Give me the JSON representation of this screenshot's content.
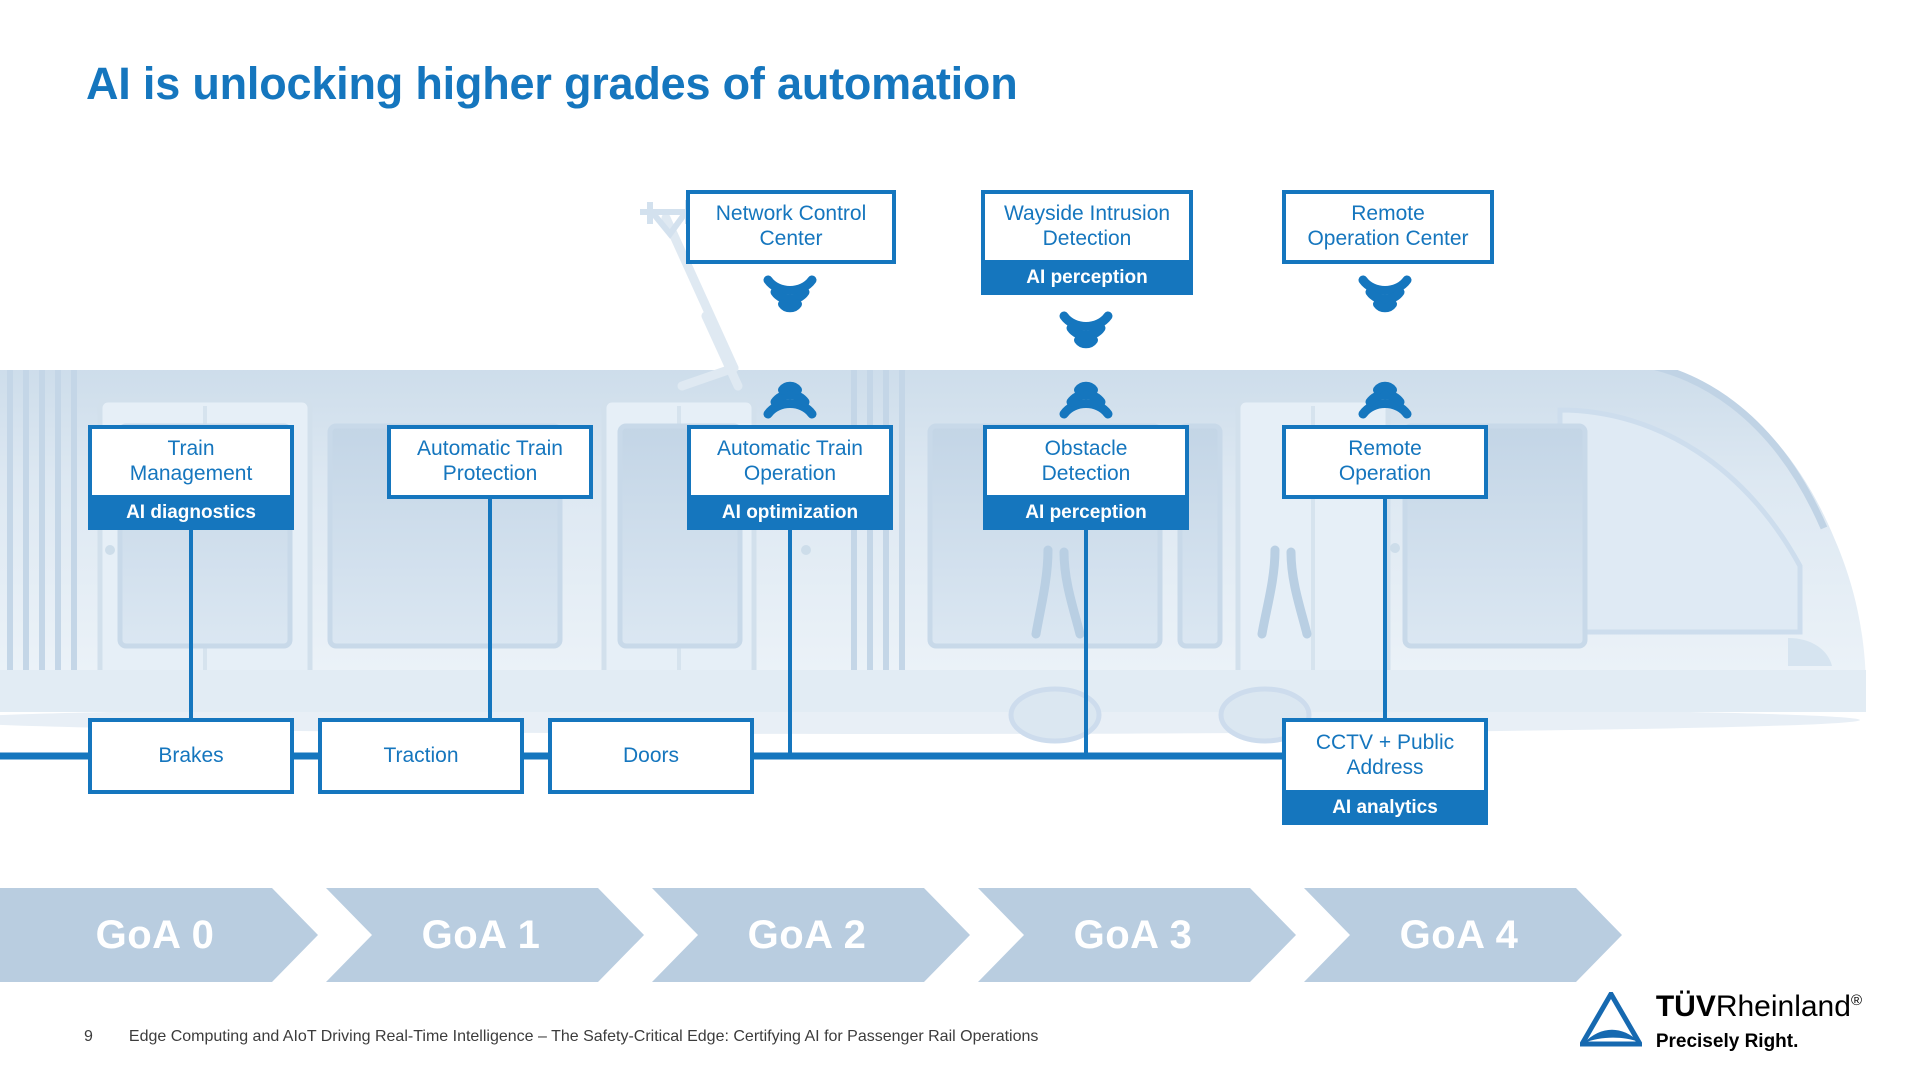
{
  "slide": {
    "title": "AI is unlocking higher grades of automation",
    "accent_color": "#1576be",
    "badge_text_color": "#ffffff",
    "chevron_color": "#b9cde0"
  },
  "diagram": {
    "trackside_nodes": [
      {
        "id": "network-control-center",
        "label": "Network Control\nCenter",
        "badge": null
      },
      {
        "id": "wayside-intrusion-detection",
        "label": "Wayside Intrusion\nDetection",
        "badge": "AI perception"
      },
      {
        "id": "remote-operation-center",
        "label": "Remote\nOperation Center",
        "badge": null
      }
    ],
    "onboard_nodes": [
      {
        "id": "train-management",
        "label": "Train\nManagement",
        "badge": "AI diagnostics"
      },
      {
        "id": "automatic-train-protection",
        "label": "Automatic Train\nProtection",
        "badge": null
      },
      {
        "id": "automatic-train-operation",
        "label": "Automatic Train\nOperation",
        "badge": "AI optimization"
      },
      {
        "id": "obstacle-detection",
        "label": "Obstacle\nDetection",
        "badge": "AI perception"
      },
      {
        "id": "remote-operation",
        "label": "Remote\nOperation",
        "badge": null
      }
    ],
    "subsystem_nodes": [
      {
        "id": "brakes",
        "label": "Brakes",
        "badge": null
      },
      {
        "id": "traction",
        "label": "Traction",
        "badge": null
      },
      {
        "id": "doors",
        "label": "Doors",
        "badge": null
      },
      {
        "id": "cctv-public-address",
        "label": "CCTV + Public\nAddress",
        "badge": "AI analytics"
      }
    ],
    "wireless_links": [
      {
        "id": "link-network-control-center",
        "downlink": true,
        "uplink": true
      },
      {
        "id": "link-wayside-intrusion-detection",
        "downlink": true,
        "uplink": true
      },
      {
        "id": "link-remote-operation-center",
        "downlink": true,
        "uplink": true
      }
    ]
  },
  "goa_bar": {
    "segments": [
      {
        "label": "GoA 0"
      },
      {
        "label": "GoA 1"
      },
      {
        "label": "GoA 2"
      },
      {
        "label": "GoA 3"
      },
      {
        "label": "GoA 4"
      }
    ]
  },
  "footer": {
    "page_number": "9",
    "text": "Edge Computing and AIoT Driving Real-Time Intelligence – The Safety-Critical Edge: Certifying AI for Passenger Rail Operations"
  },
  "logo": {
    "brand_bold": "TÜV",
    "brand_regular": "Rheinland",
    "registered_mark": "®",
    "tagline": "Precisely Right."
  }
}
